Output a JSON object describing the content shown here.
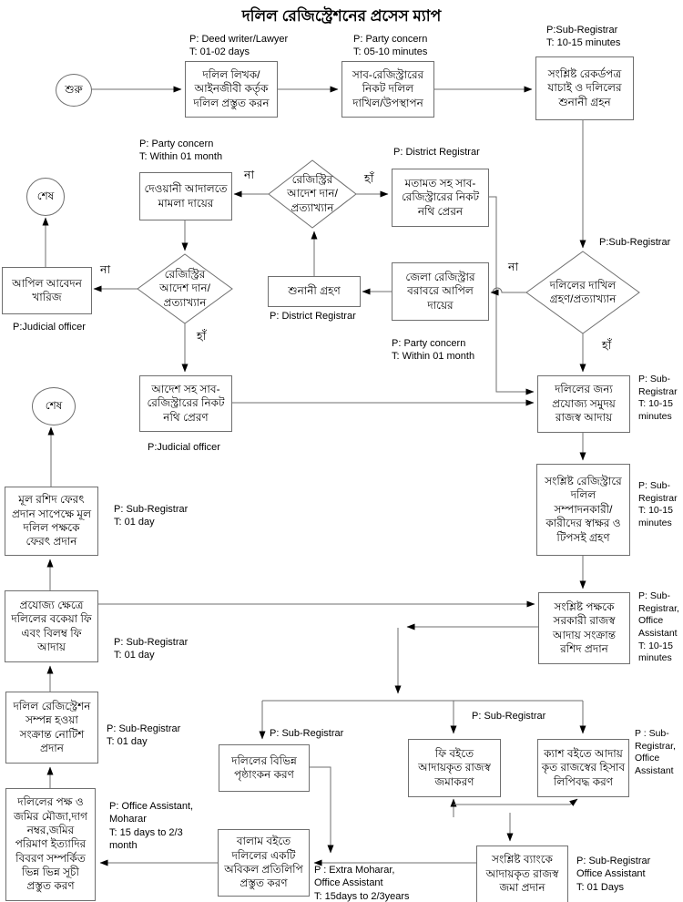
{
  "title": "দলিল রেজিস্ট্রেশনের প্রসেস ম্যাপ",
  "labels": {
    "yes": "হাঁ",
    "no": "না"
  },
  "colors": {
    "background": "#ffffff",
    "box_border": "#6f6f6f",
    "connector": "#6f6f6f",
    "arrowhead": "#000000",
    "text": "#000000"
  },
  "nodes": {
    "start": {
      "label": "শুরু"
    },
    "end1": {
      "label": "শেষ"
    },
    "end2": {
      "label": "শেষ"
    },
    "prepare": {
      "text": "দলিল লিখক/\nআইনজীবী কর্তৃক\nদলিল প্রস্তুত করন",
      "annotation": "P: Deed writer/Lawyer\nT: 01-02 days"
    },
    "submit": {
      "text": "সাব-রেজিস্ট্রারের\nনিকট দলিল\nদাখিল/উপস্থাপন",
      "annotation": "P: Party concern\nT: 05-10 minutes"
    },
    "verify": {
      "text": "সংশ্লিষ্ট রেকর্ডপত্র\nযাচাই ও দলিলের\nশুনানী গ্রহন",
      "annotation": "P:Sub-Registrar\nT: 10-15 minutes"
    },
    "dewani": {
      "text": "দেওয়ানী আদালতে\nমামলা দায়ের",
      "annotation": "P: Party concern\nT: Within 01 month"
    },
    "d1": {
      "text": "রেজিস্ট্রির\nআদেশ দান/\nপ্রত্যাখ্যান"
    },
    "motamot": {
      "text": "মতামত সহ সাব-\nরেজিস্ট্রারের নিকট\nনথি প্রেরন",
      "annotation": "P: District Registrar"
    },
    "d2": {
      "text": "দলিলের দাখিল\nগ্রহণ/প্রত্যাখ্যান",
      "annotation": "P:Sub-Registrar"
    },
    "shunani": {
      "text": "শুনানী গ্রহণ",
      "annotation": "P: District Registrar"
    },
    "jela": {
      "text": "জেলা রেজিস্ট্রার\nবরাবরে আপিল\nদায়ের",
      "annotation": "P: Party concern\nT: Within 01 month"
    },
    "d3": {
      "text": "রেজিস্ট্রির\nআদেশ দান/\nপ্রত্যাখ্যান"
    },
    "apil": {
      "text": "আপিল আবেদন\nখারিজ",
      "annotation": "P:Judicial officer"
    },
    "adesh": {
      "text": "আদেশ সহ সাব-\nরেজিস্ট্রারের নিকট\nনথি প্রেরণ",
      "annotation": "P:Judicial officer"
    },
    "revenue": {
      "text": "দলিলের জন্য\nপ্রযোজ্য সমুদয়\nরাজস্ব আদায়",
      "annotation": "P: Sub-\nRegistrar\nT: 10-15\nminutes"
    },
    "signature": {
      "text": "সংশ্লিষ্ট রেজিস্ট্রারে\nদলিল\nসম্পাদনকারী/\nকারীদের স্বাক্ষর ও\nটিপসই গ্রহণ",
      "annotation": "P: Sub-\nRegistrar\nT: 10-15\nminutes"
    },
    "receipt": {
      "text": "সংশ্লিষ্ট পক্ষকে\nসরকারী রাজস্ব\nআদায় সংক্রান্ত\nরশিদ প্রদান",
      "annotation": "P: Sub-\nRegistrar,\nOffice\nAssistant\nT: 10-15\nminutes"
    },
    "mulroshid": {
      "text": "মূল রশিদ ফেরৎ\nপ্রদান সাপেক্ষে মূল\nদলিল পক্ষকে\nফেরৎ প্রদান",
      "annotation": "P: Sub-Registrar\nT: 01 day"
    },
    "bokeya": {
      "text": "প্রযোজ্য ক্ষেত্রে\nদলিলের বকেয়া ফি\nএবং বিলম্ব ফি\nআদায়",
      "annotation": "P: Sub-Registrar\nT: 01 day"
    },
    "notice": {
      "text": "দলিল রেজিস্ট্রেশন\nসম্পন্ন হওয়া\nসংক্রান্ত নোটিশ\nপ্রদান",
      "annotation": "P: Sub-Registrar\nT: 01 day"
    },
    "suchi": {
      "text": "দলিলের পক্ষ ও\nজমির মৌজা,দাগ\nনম্বর,জমির\nপরিমাণ ইত্যাদির\nবিবরণ সম্পর্কিত\nভিন্ন ভিন্ন সূচী\nপ্রস্তুত করণ",
      "annotation": "P: Office Assistant,\nMoharar\nT: 15 days to 2/3\nmonth"
    },
    "endorse": {
      "text": "দলিলের বিভিন্ন\nপৃষ্ঠাংকন করণ",
      "annotation": "P: Sub-Registrar"
    },
    "feeboi": {
      "text": "ফি বইতে\nআদায়কৃত রাজস্ব\nজমাকরণ",
      "annotation": "P: Sub-Registrar"
    },
    "cashboi": {
      "text": "ক্যাশ বইতে আদায়\nকৃত রাজস্বের হিসাব\nলিপিবদ্ধ করণ",
      "annotation": "P : Sub-\nRegistrar,\nOffice\nAssistant"
    },
    "balam": {
      "text": "বালাম বইতে\nদলিলের একটি\nঅবিকল প্রতিলিপি\nপ্রস্তুত করণ",
      "annotation": "P : Extra Moharar,\nOffice Assistant\nT: 15days to 2/3years"
    },
    "bank": {
      "text": "সংশ্লিষ্ট ব্যাংকে\nআদায়কৃত রাজস্ব\nজমা প্রদান",
      "annotation": "P: Sub-Registrar\nOffice Assistant\nT: 01 Days"
    }
  }
}
